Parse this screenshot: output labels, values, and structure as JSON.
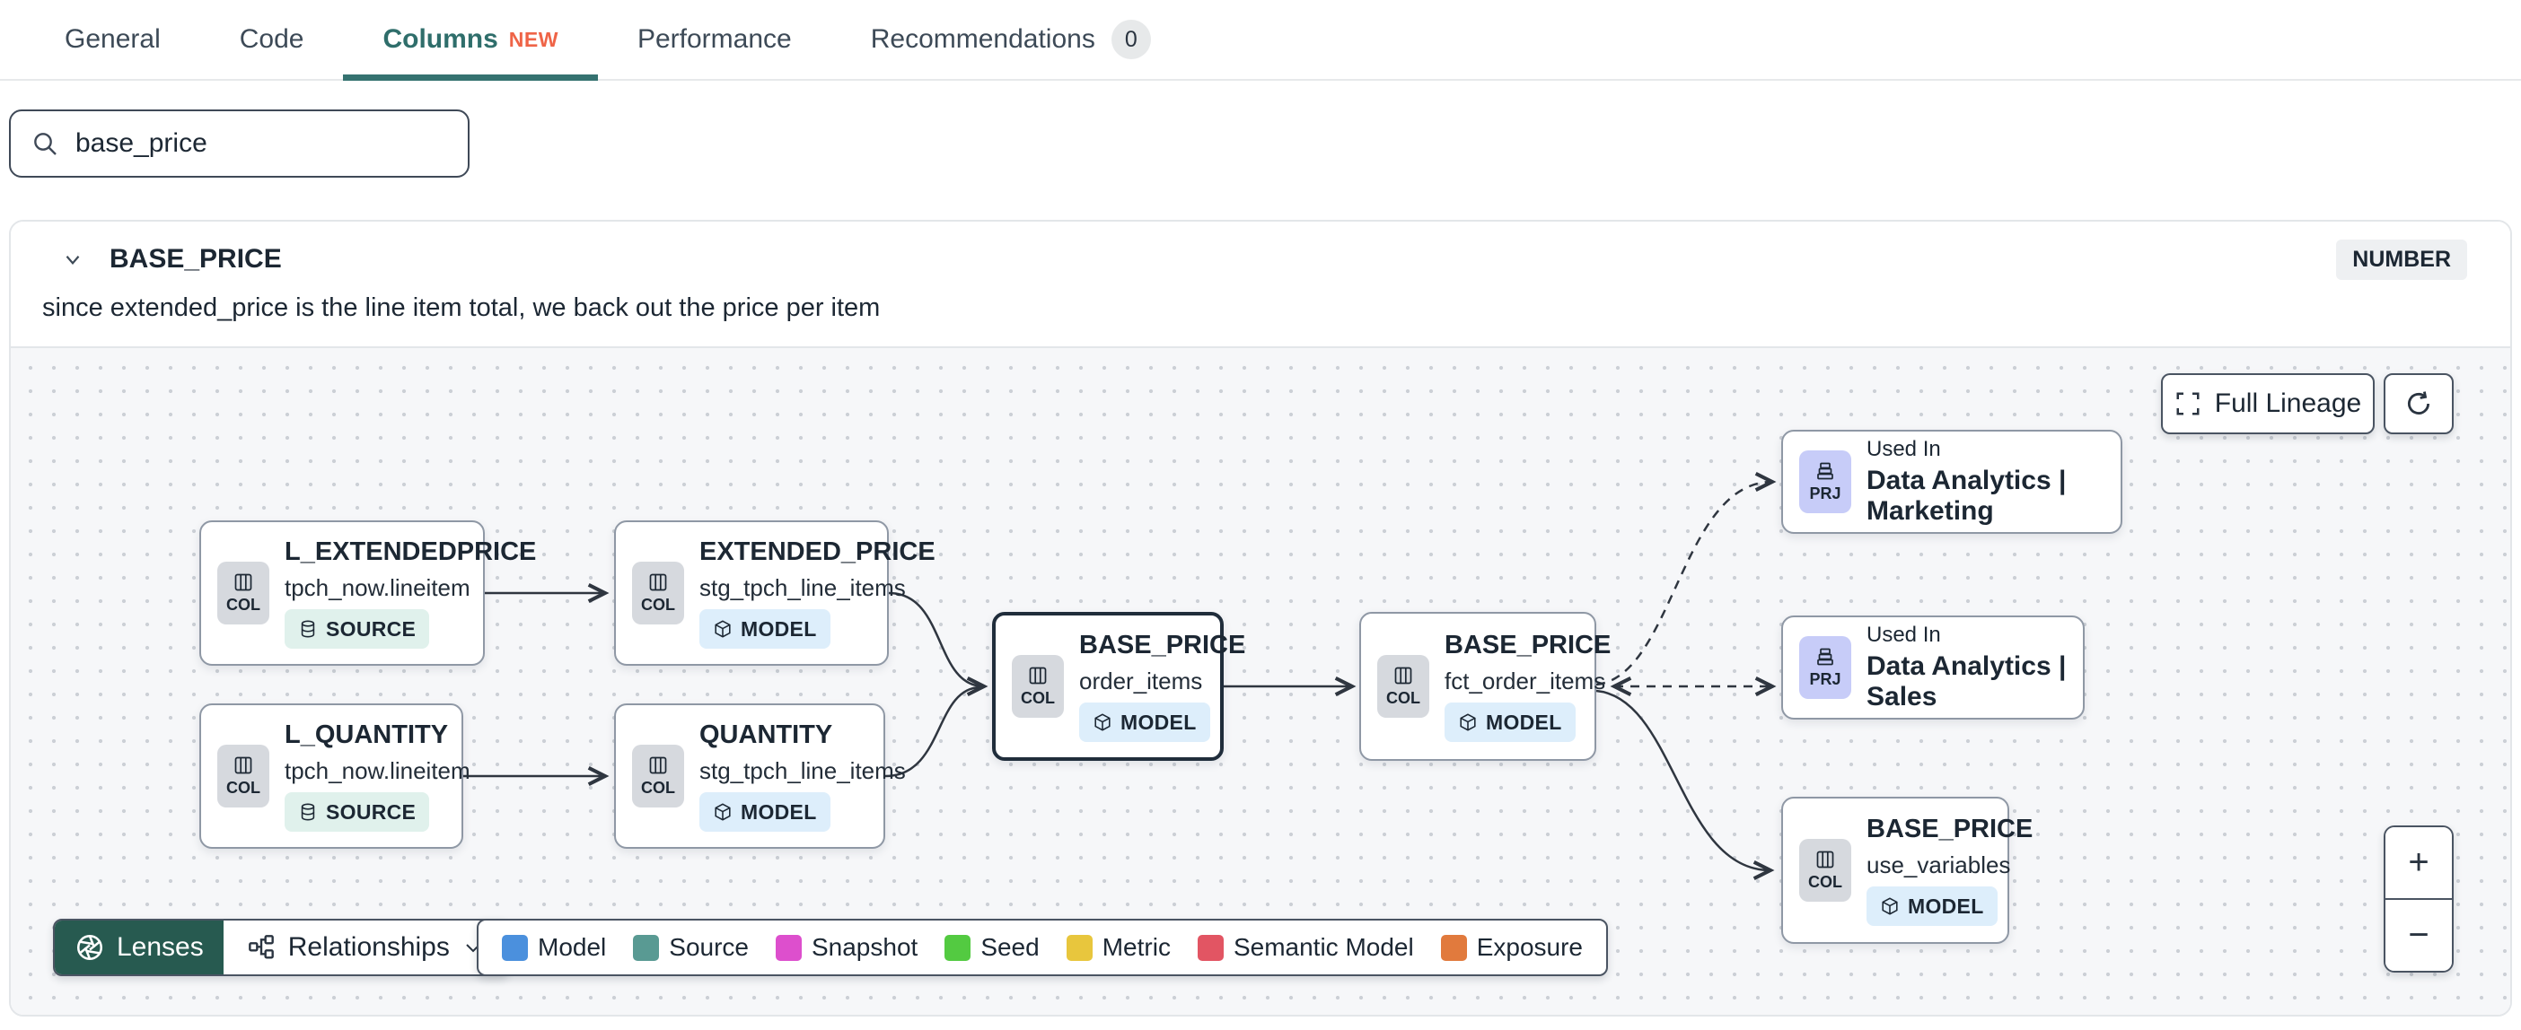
{
  "tabs": {
    "items": [
      {
        "label": "General"
      },
      {
        "label": "Code"
      },
      {
        "label": "Columns",
        "badge": "NEW"
      },
      {
        "label": "Performance"
      },
      {
        "label": "Recommendations",
        "count": "0"
      }
    ]
  },
  "search": {
    "value": "base_price"
  },
  "column_panel": {
    "title": "BASE_PRICE",
    "type_badge": "NUMBER",
    "description": "since extended_price is the line item total, we back out the price per item"
  },
  "lineage": {
    "nodes": [
      {
        "kind": "COL",
        "title": "L_EXTENDEDPRICE",
        "subtitle": "tpch_now.lineitem",
        "badge": "SOURCE"
      },
      {
        "kind": "COL",
        "title": "EXTENDED_PRICE",
        "subtitle": "stg_tpch_line_items",
        "badge": "MODEL"
      },
      {
        "kind": "COL",
        "title": "L_QUANTITY",
        "subtitle": "tpch_now.lineitem",
        "badge": "SOURCE"
      },
      {
        "kind": "COL",
        "title": "QUANTITY",
        "subtitle": "stg_tpch_line_items",
        "badge": "MODEL"
      },
      {
        "kind": "COL",
        "title": "BASE_PRICE",
        "subtitle": "order_items",
        "badge": "MODEL"
      },
      {
        "kind": "COL",
        "title": "BASE_PRICE",
        "subtitle": "fct_order_items",
        "badge": "MODEL"
      },
      {
        "kind": "PRJ",
        "used_in": "Used In",
        "title": "Data Analytics | Marketing"
      },
      {
        "kind": "PRJ",
        "used_in": "Used In",
        "title": "Data Analytics | Sales"
      },
      {
        "kind": "COL",
        "title": "BASE_PRICE",
        "subtitle": "use_variables",
        "badge": "MODEL"
      }
    ],
    "controls": {
      "full_lineage": "Full Lineage",
      "lenses": "Lenses",
      "relationships": "Relationships",
      "zoom_in": "+",
      "zoom_out": "−"
    },
    "legend": {
      "items": [
        {
          "label": "Model",
          "color": "#4b90dd"
        },
        {
          "label": "Source",
          "color": "#599a93"
        },
        {
          "label": "Snapshot",
          "color": "#dd4fcd"
        },
        {
          "label": "Seed",
          "color": "#53ca41"
        },
        {
          "label": "Metric",
          "color": "#e8c63d"
        },
        {
          "label": "Semantic Model",
          "color": "#e25563"
        },
        {
          "label": "Exposure",
          "color": "#e17a3d"
        }
      ]
    }
  },
  "colors": {
    "accent_teal": "#2f6e6b",
    "tab_underline": "#357270",
    "new_badge_orange": "#ef6447",
    "lenses_green": "#275a50",
    "selected_node_border": "#202d3b",
    "prj_chip": "#c7ccf8",
    "col_chip": "#d6d9de",
    "model_chip_bg": "#ddeefb",
    "source_chip_bg": "#e0f1ec"
  }
}
